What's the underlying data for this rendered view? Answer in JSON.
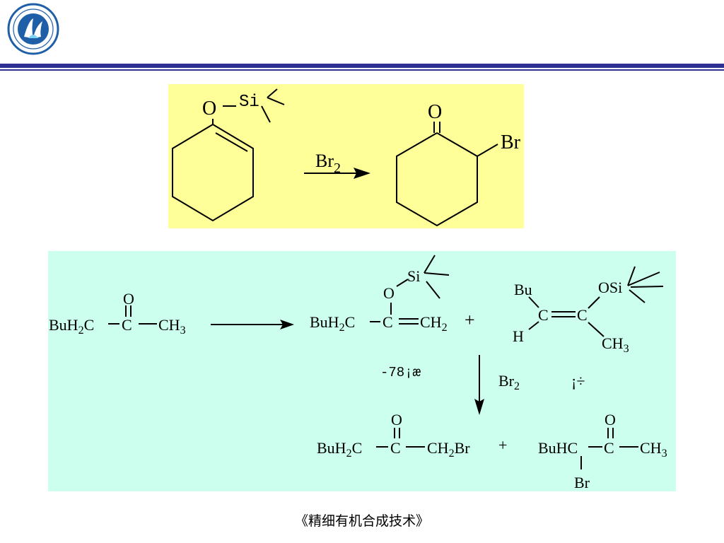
{
  "colors": {
    "rule_blue": "#2e3192",
    "box_yellow": "#ffff99",
    "box_mint": "#ccffee"
  },
  "reaction1": {
    "reactant_o": "O",
    "reactant_si": "Si",
    "reagent": "Br",
    "reagent_sub": "2",
    "product_o": "O",
    "product_br": "Br"
  },
  "reaction2": {
    "ketone": {
      "o": "O",
      "left": "BuH",
      "left_sub": "2",
      "left_tail": "C",
      "center": "C",
      "right": "CH",
      "right_sub": "3"
    },
    "silyl1": {
      "si": "Si",
      "o": "O",
      "left": "BuH",
      "left_sub": "2",
      "left_tail": "C",
      "center": "C",
      "right": "CH",
      "right_sub": "2"
    },
    "plus1": "+",
    "silyl2": {
      "bu": "Bu",
      "osi": "OSi",
      "c1": "C",
      "c2": "C",
      "h": "H",
      "ch3": "CH",
      "ch3_sub": "3"
    },
    "temp": "-78¡æ",
    "reagent": "Br",
    "reagent_sub": "2",
    "ratio": "¡÷",
    "product1": {
      "o": "O",
      "left": "BuH",
      "left_sub": "2",
      "left_tail": "C",
      "center": "C",
      "right": "CH",
      "right_sub": "2",
      "right_tail": "Br"
    },
    "plus2": "+",
    "product2": {
      "o": "O",
      "left": "BuHC",
      "center": "C",
      "right": "CH",
      "right_sub": "3",
      "br": "Br"
    }
  },
  "footer": "《精细有机合成技术》"
}
